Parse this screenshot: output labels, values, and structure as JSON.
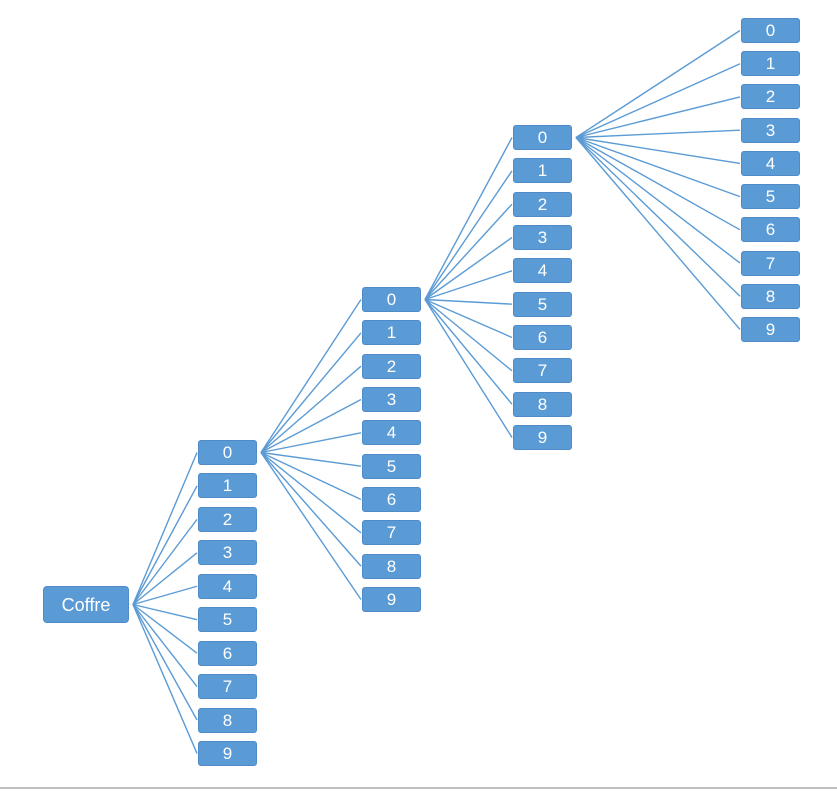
{
  "diagram": {
    "root_label": "Coffre",
    "levels": [
      {
        "labels": [
          "0",
          "1",
          "2",
          "3",
          "4",
          "5",
          "6",
          "7",
          "8",
          "9"
        ]
      },
      {
        "labels": [
          "0",
          "1",
          "2",
          "3",
          "4",
          "5",
          "6",
          "7",
          "8",
          "9"
        ]
      },
      {
        "labels": [
          "0",
          "1",
          "2",
          "3",
          "4",
          "5",
          "6",
          "7",
          "8",
          "9"
        ]
      },
      {
        "labels": [
          "0",
          "1",
          "2",
          "3",
          "4",
          "5",
          "6",
          "7",
          "8",
          "9"
        ]
      }
    ],
    "colors": {
      "node_fill": "#5B9BD5",
      "node_border": "#4E8BC8",
      "node_text": "#FFFFFF",
      "connector": "#5B9BD5",
      "bottom_rule": "#BFBFBF"
    }
  }
}
